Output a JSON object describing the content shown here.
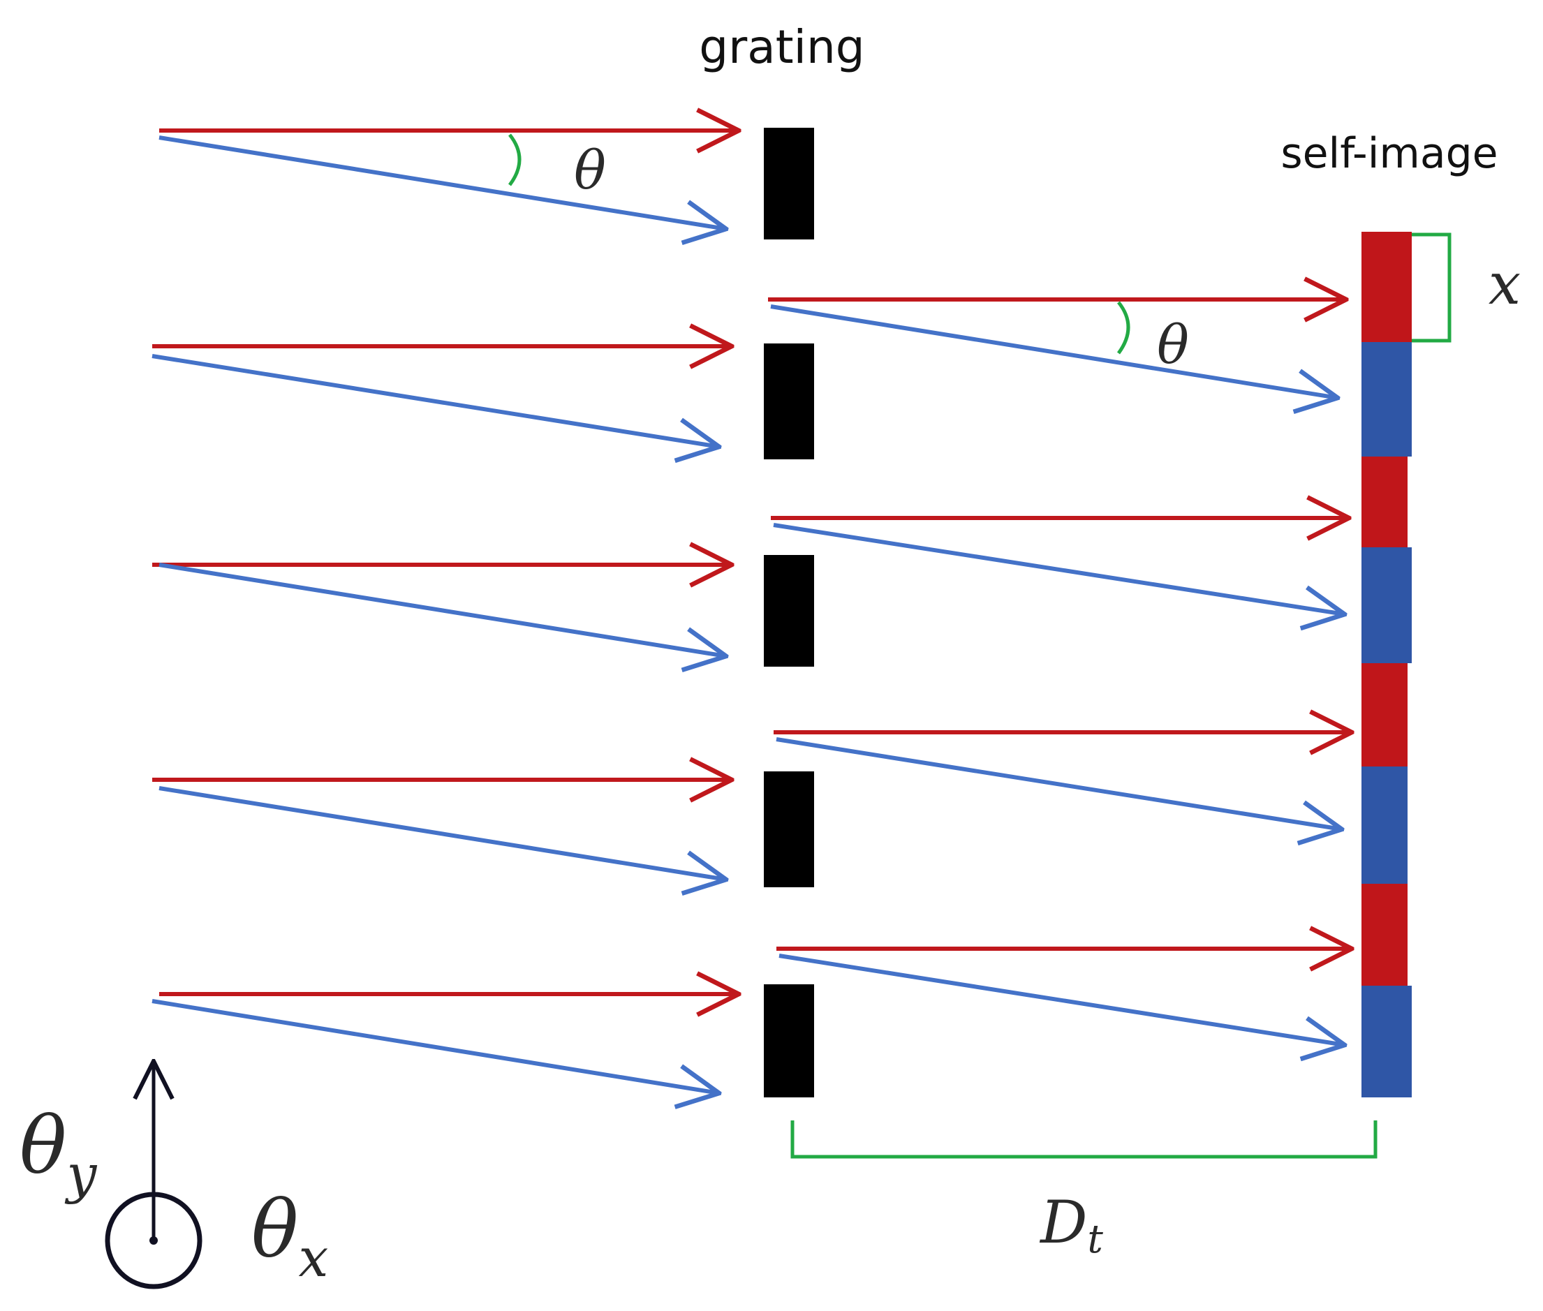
{
  "labels": {
    "grating": "grating",
    "self_image": "self-image",
    "theta_upper": "θ",
    "theta_lower": "θ",
    "x": "x",
    "distance_main": "D",
    "distance_sub": "t",
    "axis_y_main": "θ",
    "axis_y_sub": "y",
    "axis_x_main": "θ",
    "axis_x_sub": "x"
  },
  "colors": {
    "red_ray": "#c0181c",
    "blue_ray": "#4472c8",
    "grating_bar": "#000000",
    "self_image_red": "#c0161a",
    "self_image_blue": "#2f56a6",
    "bracket": "#22aa44",
    "axis": "#111122"
  }
}
